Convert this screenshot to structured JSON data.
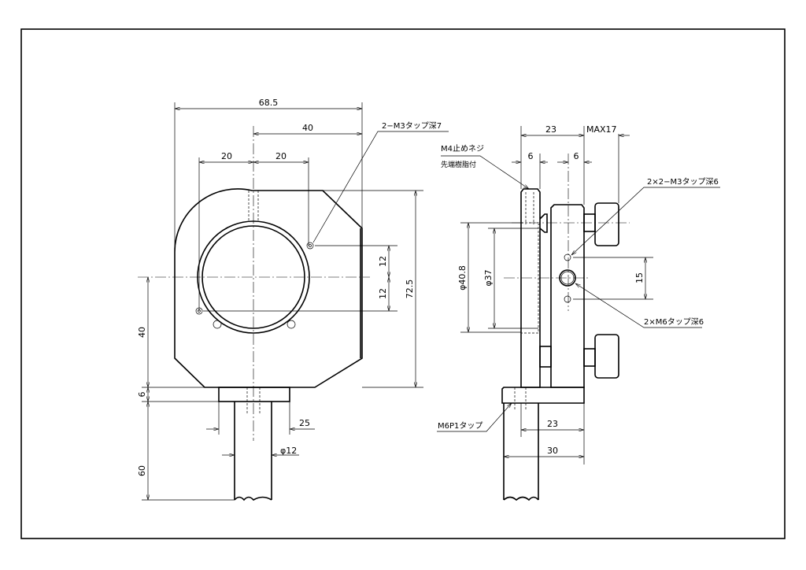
{
  "front_view": {
    "dims": {
      "overall_width": "68.5",
      "offset_40": "40",
      "pitch_left": "20",
      "pitch_right": "20",
      "v_upper": "12",
      "v_lower": "12",
      "overall_height": "72.5",
      "center_height": "40",
      "base_thickness": "6",
      "post_length": "60",
      "base_width": "25",
      "post_diameter": "φ12"
    },
    "callout_m3": "2−M3タップ深7"
  },
  "side_view": {
    "dims": {
      "depth": "23",
      "max": "MAX17",
      "plate_6": "6",
      "block_6": "6",
      "outer_dia": "φ40.8",
      "inner_dia": "φ37",
      "tap_pitch": "15",
      "base_23": "23",
      "base_30": "30"
    },
    "callout_set_screw_1": "M4止めネジ",
    "callout_set_screw_2": "先端樹脂付",
    "callout_m3": "2×2−M3タップ深6",
    "callout_m6": "2×M6タップ深6",
    "callout_m6p1": "M6P1タップ"
  }
}
